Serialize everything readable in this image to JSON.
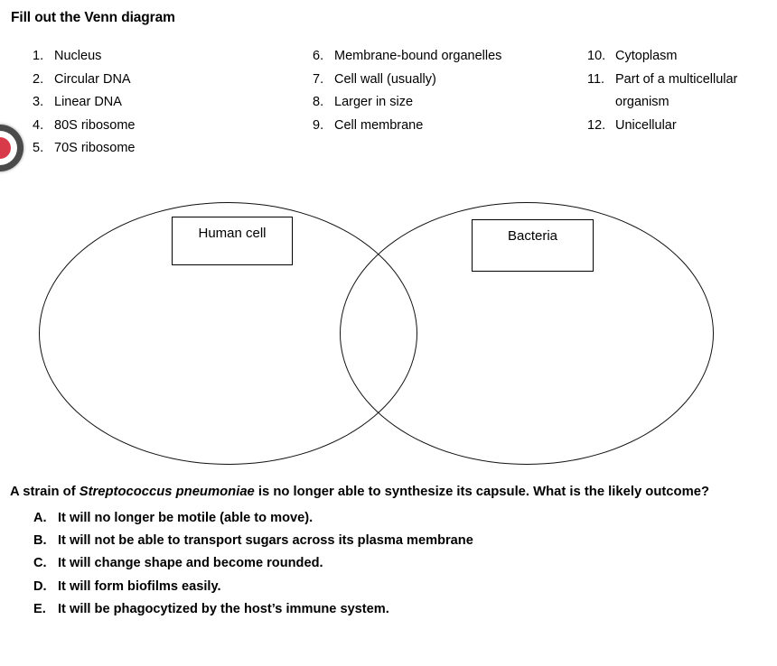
{
  "page": {
    "title": "Fill out the Venn diagram",
    "background_color": "#ffffff",
    "text_color": "#000000"
  },
  "edge_badge": {
    "ring_color": "#4a4a4a",
    "core_color": "#d93a4a"
  },
  "term_columns": [
    {
      "column_id": "column-1",
      "items": [
        {
          "number": "1.",
          "label": "Nucleus"
        },
        {
          "number": "2.",
          "label": "Circular DNA"
        },
        {
          "number": "3.",
          "label": "Linear DNA"
        },
        {
          "number": "4.",
          "label": "80S ribosome"
        },
        {
          "number": "5.",
          "label": "70S ribosome"
        }
      ]
    },
    {
      "column_id": "column-2",
      "items": [
        {
          "number": "6.",
          "label": "Membrane-bound organelles"
        },
        {
          "number": "7.",
          "label": "Cell wall (usually)"
        },
        {
          "number": "8.",
          "label": "Larger in size"
        },
        {
          "number": "9.",
          "label": "Cell membrane"
        }
      ]
    },
    {
      "column_id": "column-3",
      "items": [
        {
          "number": "10.",
          "label": "Cytoplasm"
        },
        {
          "number": "11.",
          "label": "Part of a multicellular organism"
        },
        {
          "number": "12.",
          "label": "Unicellular"
        }
      ]
    }
  ],
  "venn": {
    "stroke_color": "#111111",
    "left_set_label": "Human cell",
    "right_set_label": "Bacteria"
  },
  "question": {
    "stem_before_name": "A strain of ",
    "species_name": "Streptococcus pneumoniae",
    "stem_after_name": " is no longer able to synthesize its capsule. What is the likely outcome?",
    "choices": [
      {
        "letter": "A.",
        "text": "It will no longer be motile (able to move)."
      },
      {
        "letter": "B.",
        "text": "It will not be able to transport sugars across its plasma membrane"
      },
      {
        "letter": "C.",
        "text": "It will change shape and become rounded."
      },
      {
        "letter": "D.",
        "text": "It will form biofilms easily."
      },
      {
        "letter": "E.",
        "text": "It will be phagocytized by the host’s immune system."
      }
    ]
  }
}
